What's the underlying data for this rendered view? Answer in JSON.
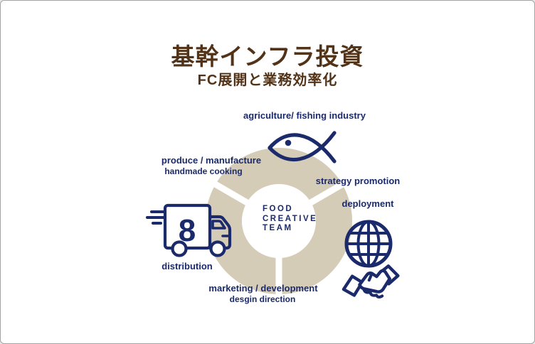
{
  "colors": {
    "navy": "#1b2a6b",
    "beige": "#d5ccb8",
    "brown": "#523317",
    "background": "#ffffff",
    "border": "#a3a3a3"
  },
  "header": {
    "title": "基幹インフラ投資",
    "subtitle": "FC展開と業務効率化"
  },
  "diagram": {
    "type": "circular-cycle",
    "segment_count": 3,
    "center": {
      "lines": [
        "FOOD",
        "CREATIVE",
        "TEAM"
      ]
    },
    "labels": {
      "agriculture": "agriculture/ fishing industry",
      "produce": "produce / manufacture",
      "handmade": "handmade cooking",
      "strategy": "strategy promotion",
      "deployment": "deployment",
      "distribution": "distribution",
      "marketing": "marketing / development",
      "design": "desgin direction"
    },
    "truck_number": "8",
    "icons": [
      {
        "name": "fish-icon",
        "meaning": "agriculture / fishing industry"
      },
      {
        "name": "delivery-truck-icon",
        "meaning": "distribution"
      },
      {
        "name": "globe-icon",
        "meaning": "strategy promotion / deployment"
      },
      {
        "name": "handshake-icon",
        "meaning": "partnership / deployment"
      }
    ]
  }
}
